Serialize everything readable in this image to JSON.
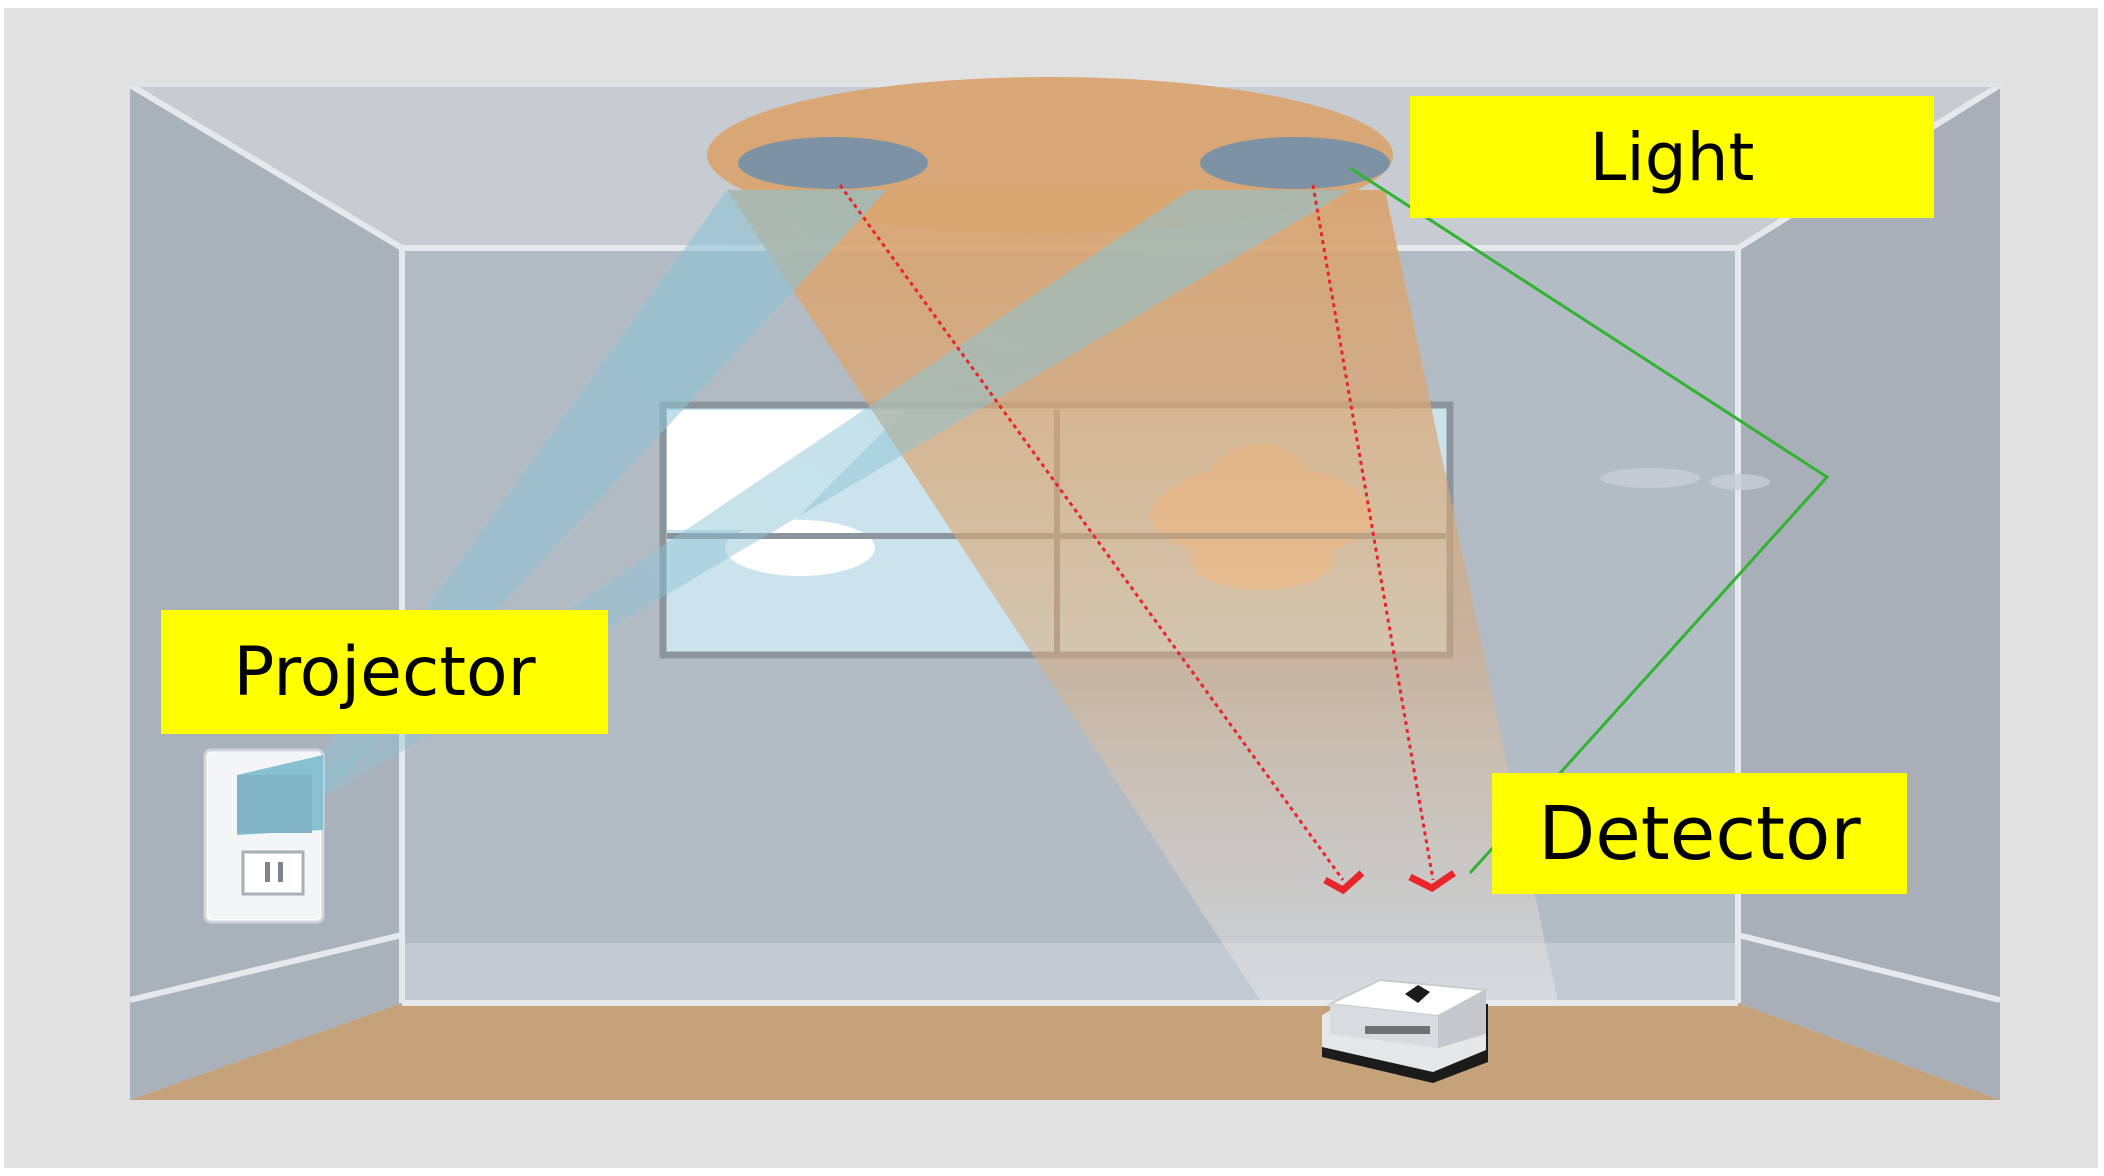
{
  "labels": {
    "light": "Light",
    "projector": "Projector",
    "detector": "Detector"
  },
  "colors": {
    "frame": "#e1e1e1",
    "ceiling": "#c6cbd1",
    "back_wall": "#b4bcc6",
    "side_wall": "#a9b0b9",
    "floor": "#c7a47e",
    "light_cone": "#d8a673",
    "projector_beam": "#8fc6d6",
    "ceiling_fixture": "#7d93a5",
    "ray": "#e8262a",
    "leader_line": "#33b333",
    "label_bg": "#ffff00"
  }
}
